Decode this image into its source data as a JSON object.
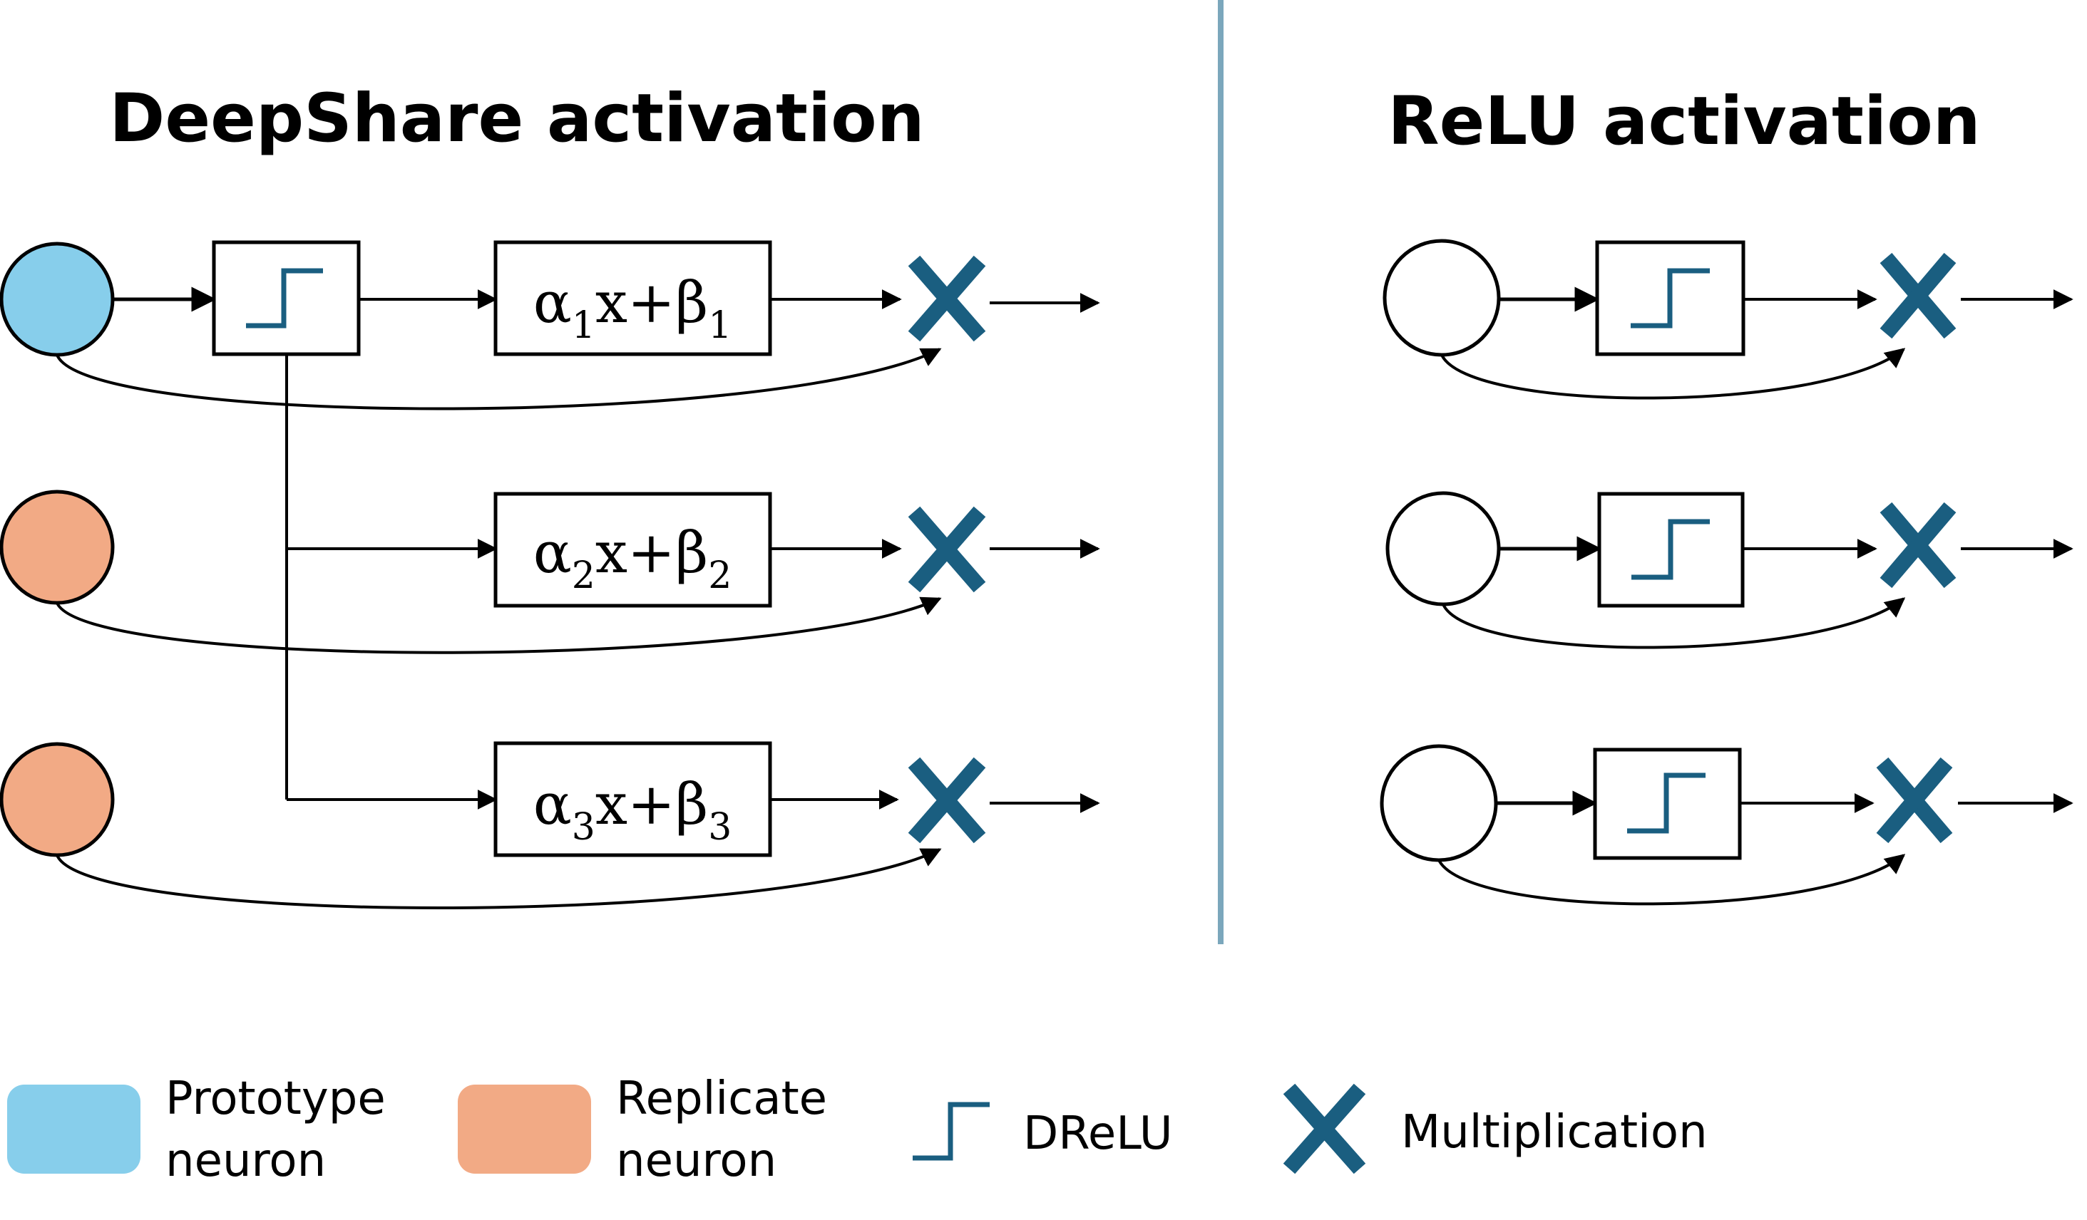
{
  "titles": {
    "left": "DeepShare activation",
    "right": "ReLU activation"
  },
  "formulas": [
    {
      "alpha": "α",
      "alpha_sub": "1",
      "mid": "x+",
      "beta": "β",
      "beta_sub": "1"
    },
    {
      "alpha": "α",
      "alpha_sub": "2",
      "mid": "x+",
      "beta": "β",
      "beta_sub": "2"
    },
    {
      "alpha": "α",
      "alpha_sub": "3",
      "mid": "x+",
      "beta": "β",
      "beta_sub": "3"
    }
  ],
  "legend": {
    "prototype": {
      "line1": "Prototype",
      "line2": "neuron"
    },
    "replicate": {
      "line1": "Replicate",
      "line2": "neuron"
    },
    "drelu": "DReLU",
    "multiplication": "Multiplication"
  },
  "colors": {
    "prototype": "#87ceeb",
    "replicate": "#f2aa85",
    "accent": "#1a5e80",
    "divider": "#7ba7bc",
    "relu_node": "#ffffff"
  },
  "icons": {
    "step": "drelu-step-icon",
    "multiply": "multiply-x-icon"
  }
}
